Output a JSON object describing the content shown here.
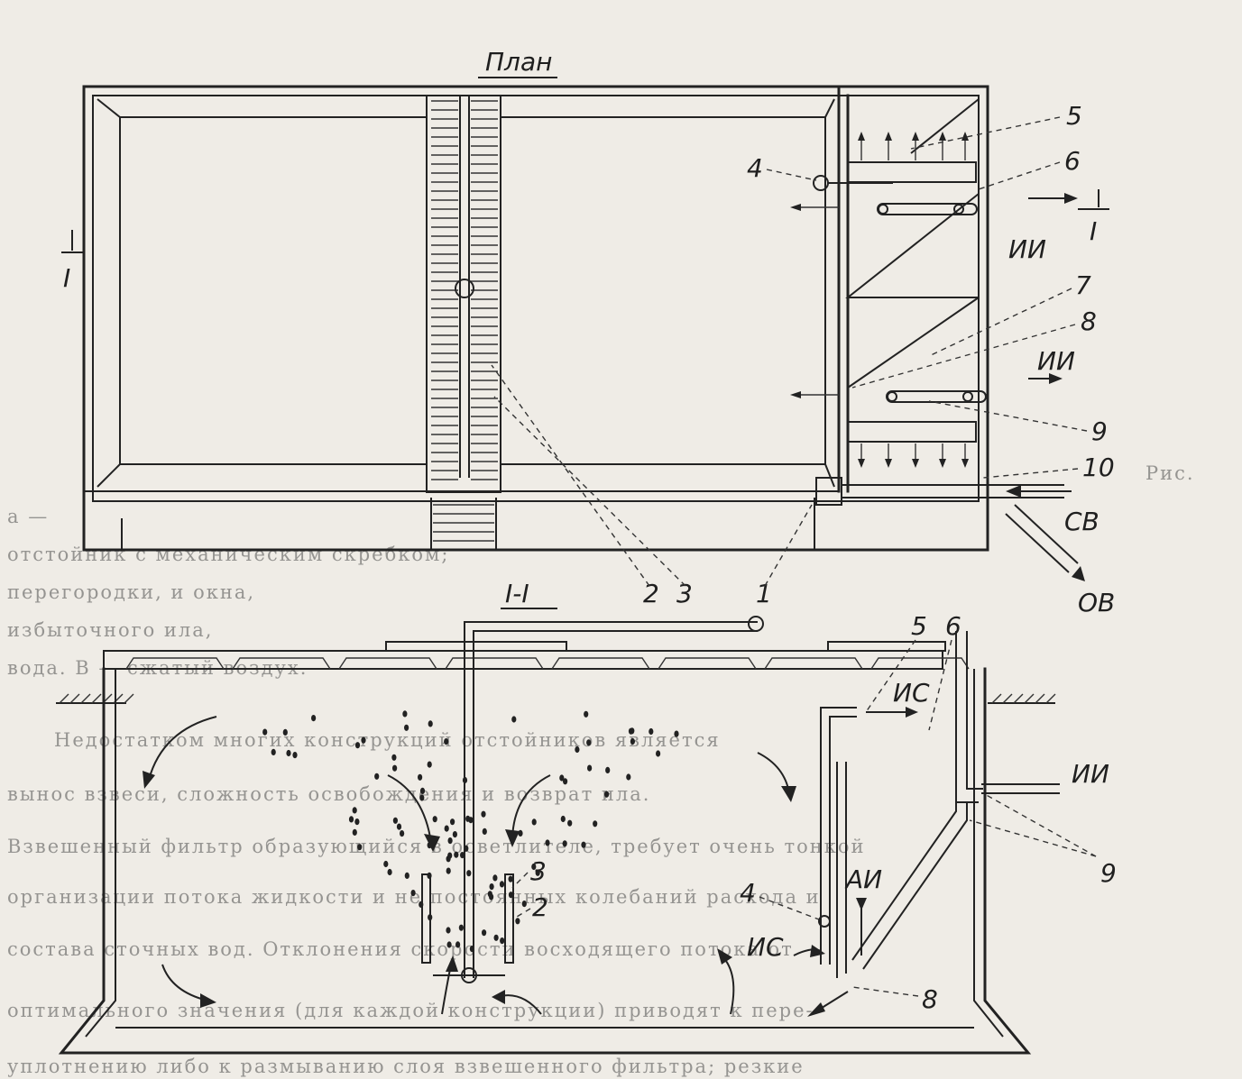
{
  "plan_title": "План",
  "section_title": "I-I",
  "section_mark": "I",
  "callouts": [
    "1",
    "2",
    "3",
    "4",
    "5",
    "6",
    "7",
    "8",
    "9",
    "10"
  ],
  "flows": {
    "ii": "ИИ",
    "sv": "СВ",
    "ov": "ОВ",
    "is": "ИС",
    "ai": "АИ"
  },
  "bleed_text": [
    "Рис.",
    "а —",
    "отстойник с механическим скребком;",
    "перегородки, и окна,",
    "избыточного ила,",
    "вода. В — сжатый воздух.",
    "Недостатком многих конструкций отстойников является",
    "вынос взвеси, сложность освобождения и возврат ила.",
    "Взвешенный фильтр образующийся в осветлителе, требует очень тонкой",
    "организации потока жидкости и не постоянных колебаний расхода и",
    "состава сточных вод. Отклонения скорости восходящего потока от",
    "оптимального значения (для каждой конструкции) приводят к пере-",
    "уплотнению либо к размыванию слоя взвешенного фильтра; резкие"
  ]
}
